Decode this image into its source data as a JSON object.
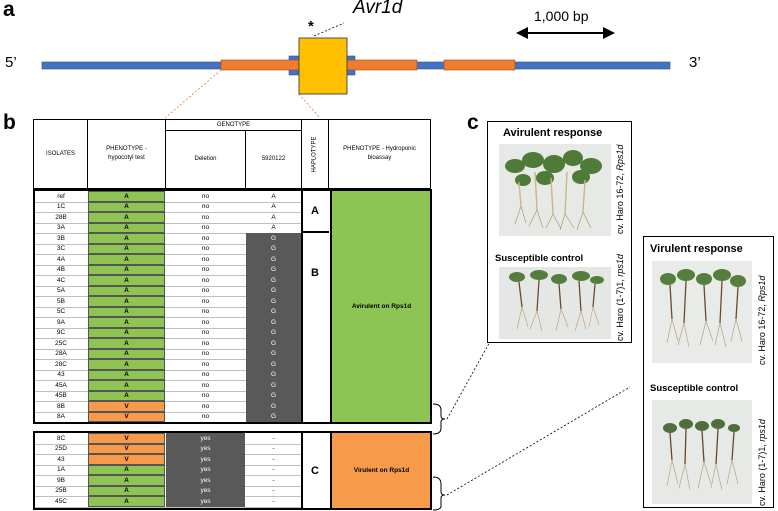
{
  "panels": {
    "a": "a",
    "b": "b",
    "c": "c"
  },
  "gene_map": {
    "gene_name": "Avr1d",
    "asterisk": "*",
    "scale_label": "1,000 bp",
    "five_prime": "5’",
    "three_prime": "3’",
    "colors": {
      "backbone": "#4472c4",
      "exon": "#ed7d31",
      "avr": "#ffc000"
    }
  },
  "table": {
    "headers": {
      "isolates": "ISOLATES",
      "phenotype_hypocotyl": "PHENOTYPE - hypocotyl test",
      "genotype": "GENOTYPE",
      "deletion": "Deletion",
      "snp": "5920122",
      "haplotype": "HAPLOTYPE",
      "phenotype_hydroponic": "PHENOTYPE - Hydroponic bioassay"
    },
    "block1": [
      {
        "isolate": "ref",
        "phenotype": "A",
        "deletion": "no",
        "snp": "A"
      },
      {
        "isolate": "1C",
        "phenotype": "A",
        "deletion": "no",
        "snp": "A"
      },
      {
        "isolate": "28B",
        "phenotype": "A",
        "deletion": "no",
        "snp": "A"
      },
      {
        "isolate": "3A",
        "phenotype": "A",
        "deletion": "no",
        "snp": "A"
      },
      {
        "isolate": "3B",
        "phenotype": "A",
        "deletion": "no",
        "snp": "G"
      },
      {
        "isolate": "3C",
        "phenotype": "A",
        "deletion": "no",
        "snp": "G"
      },
      {
        "isolate": "4A",
        "phenotype": "A",
        "deletion": "no",
        "snp": "G"
      },
      {
        "isolate": "4B",
        "phenotype": "A",
        "deletion": "no",
        "snp": "G"
      },
      {
        "isolate": "4C",
        "phenotype": "A",
        "deletion": "no",
        "snp": "G"
      },
      {
        "isolate": "5A",
        "phenotype": "A",
        "deletion": "no",
        "snp": "G"
      },
      {
        "isolate": "5B",
        "phenotype": "A",
        "deletion": "no",
        "snp": "G"
      },
      {
        "isolate": "5C",
        "phenotype": "A",
        "deletion": "no",
        "snp": "G"
      },
      {
        "isolate": "9A",
        "phenotype": "A",
        "deletion": "no",
        "snp": "G"
      },
      {
        "isolate": "9C",
        "phenotype": "A",
        "deletion": "no",
        "snp": "G"
      },
      {
        "isolate": "25C",
        "phenotype": "A",
        "deletion": "no",
        "snp": "G"
      },
      {
        "isolate": "28A",
        "phenotype": "A",
        "deletion": "no",
        "snp": "G"
      },
      {
        "isolate": "28C",
        "phenotype": "A",
        "deletion": "no",
        "snp": "G"
      },
      {
        "isolate": "43",
        "phenotype": "A",
        "deletion": "no",
        "snp": "G"
      },
      {
        "isolate": "45A",
        "phenotype": "A",
        "deletion": "no",
        "snp": "G"
      },
      {
        "isolate": "45B",
        "phenotype": "A",
        "deletion": "no",
        "snp": "G"
      },
      {
        "isolate": "8B",
        "phenotype": "V",
        "deletion": "no",
        "snp": "G"
      },
      {
        "isolate": "8A",
        "phenotype": "V",
        "deletion": "no",
        "snp": "G"
      }
    ],
    "block2": [
      {
        "isolate": "8C",
        "phenotype": "V",
        "deletion": "yes",
        "snp": "-"
      },
      {
        "isolate": "25D",
        "phenotype": "V",
        "deletion": "yes",
        "snp": "-"
      },
      {
        "isolate": "43",
        "phenotype": "V",
        "deletion": "yes",
        "snp": "-"
      },
      {
        "isolate": "1A",
        "phenotype": "A",
        "deletion": "yes",
        "snp": "-"
      },
      {
        "isolate": "9B",
        "phenotype": "A",
        "deletion": "yes",
        "snp": "-"
      },
      {
        "isolate": "25B",
        "phenotype": "A",
        "deletion": "yes",
        "snp": "-"
      },
      {
        "isolate": "45C",
        "phenotype": "A",
        "deletion": "yes",
        "snp": "-"
      }
    ],
    "haplotypes": {
      "A": "A",
      "B": "B",
      "C": "C"
    },
    "hydroponic": {
      "block1": "Avirulent on Rps1d",
      "block2": "Virulent on Rps1d"
    },
    "colors": {
      "avirulent": "#8dc453",
      "virulent": "#f79a4a",
      "grey": "#595959"
    }
  },
  "panel_c": {
    "left": {
      "title": "Avirulent response",
      "subtitle": "Susceptible control",
      "label_top_plain": "cv. Haro 16-72, ",
      "label_top_italic": "Rps1d",
      "label_bottom_plain": "cv. Haro (1-7)1, ",
      "label_bottom_italic": "rps1d"
    },
    "right": {
      "title": "Virulent response",
      "subtitle": "Susceptible control",
      "label_top_plain": "cv. Haro 16-72, ",
      "label_top_italic": "Rps1d",
      "label_bottom_plain": "cv. Haro (1-7)1, ",
      "label_bottom_italic": "rps1d"
    }
  }
}
